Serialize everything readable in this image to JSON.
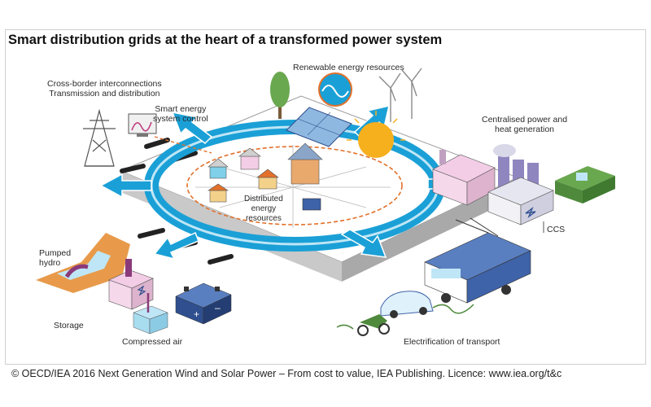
{
  "title": "Smart distribution grids at the heart of a transformed power system",
  "labels": {
    "renewable": "Renewable energy resources",
    "cross_border": [
      "Cross-border interconnections",
      "Transmission and distribution"
    ],
    "smart_control": [
      "Smart energy",
      "system control"
    ],
    "centralised": [
      "Centralised power and",
      "heat generation"
    ],
    "distributed": [
      "Distributed",
      "energy",
      "resources"
    ],
    "ccs": "CCS",
    "pumped_hydro": [
      "Pumped",
      "hydro"
    ],
    "storage": "Storage",
    "compressed_air": "Compressed air",
    "transport": "Electrification of transport"
  },
  "footer": "© OECD/IEA 2016 Next Generation Wind and Solar Power – From cost to value, IEA Publishing. Licence: www.iea.org/t&c",
  "colors": {
    "ring": "#1aa0d6",
    "ring_light": "#bfe6f6",
    "platform_top": "#ffffff",
    "platform_side": "#bdbdbd",
    "dashed_line": "#e2702a",
    "sun": "#f6b01e",
    "storage_box": "#f3cde6",
    "battery": "#2f4f8f",
    "hydro": "#e89a4a",
    "vehicles": "#3f63a8",
    "tree": "#6aa84f"
  }
}
